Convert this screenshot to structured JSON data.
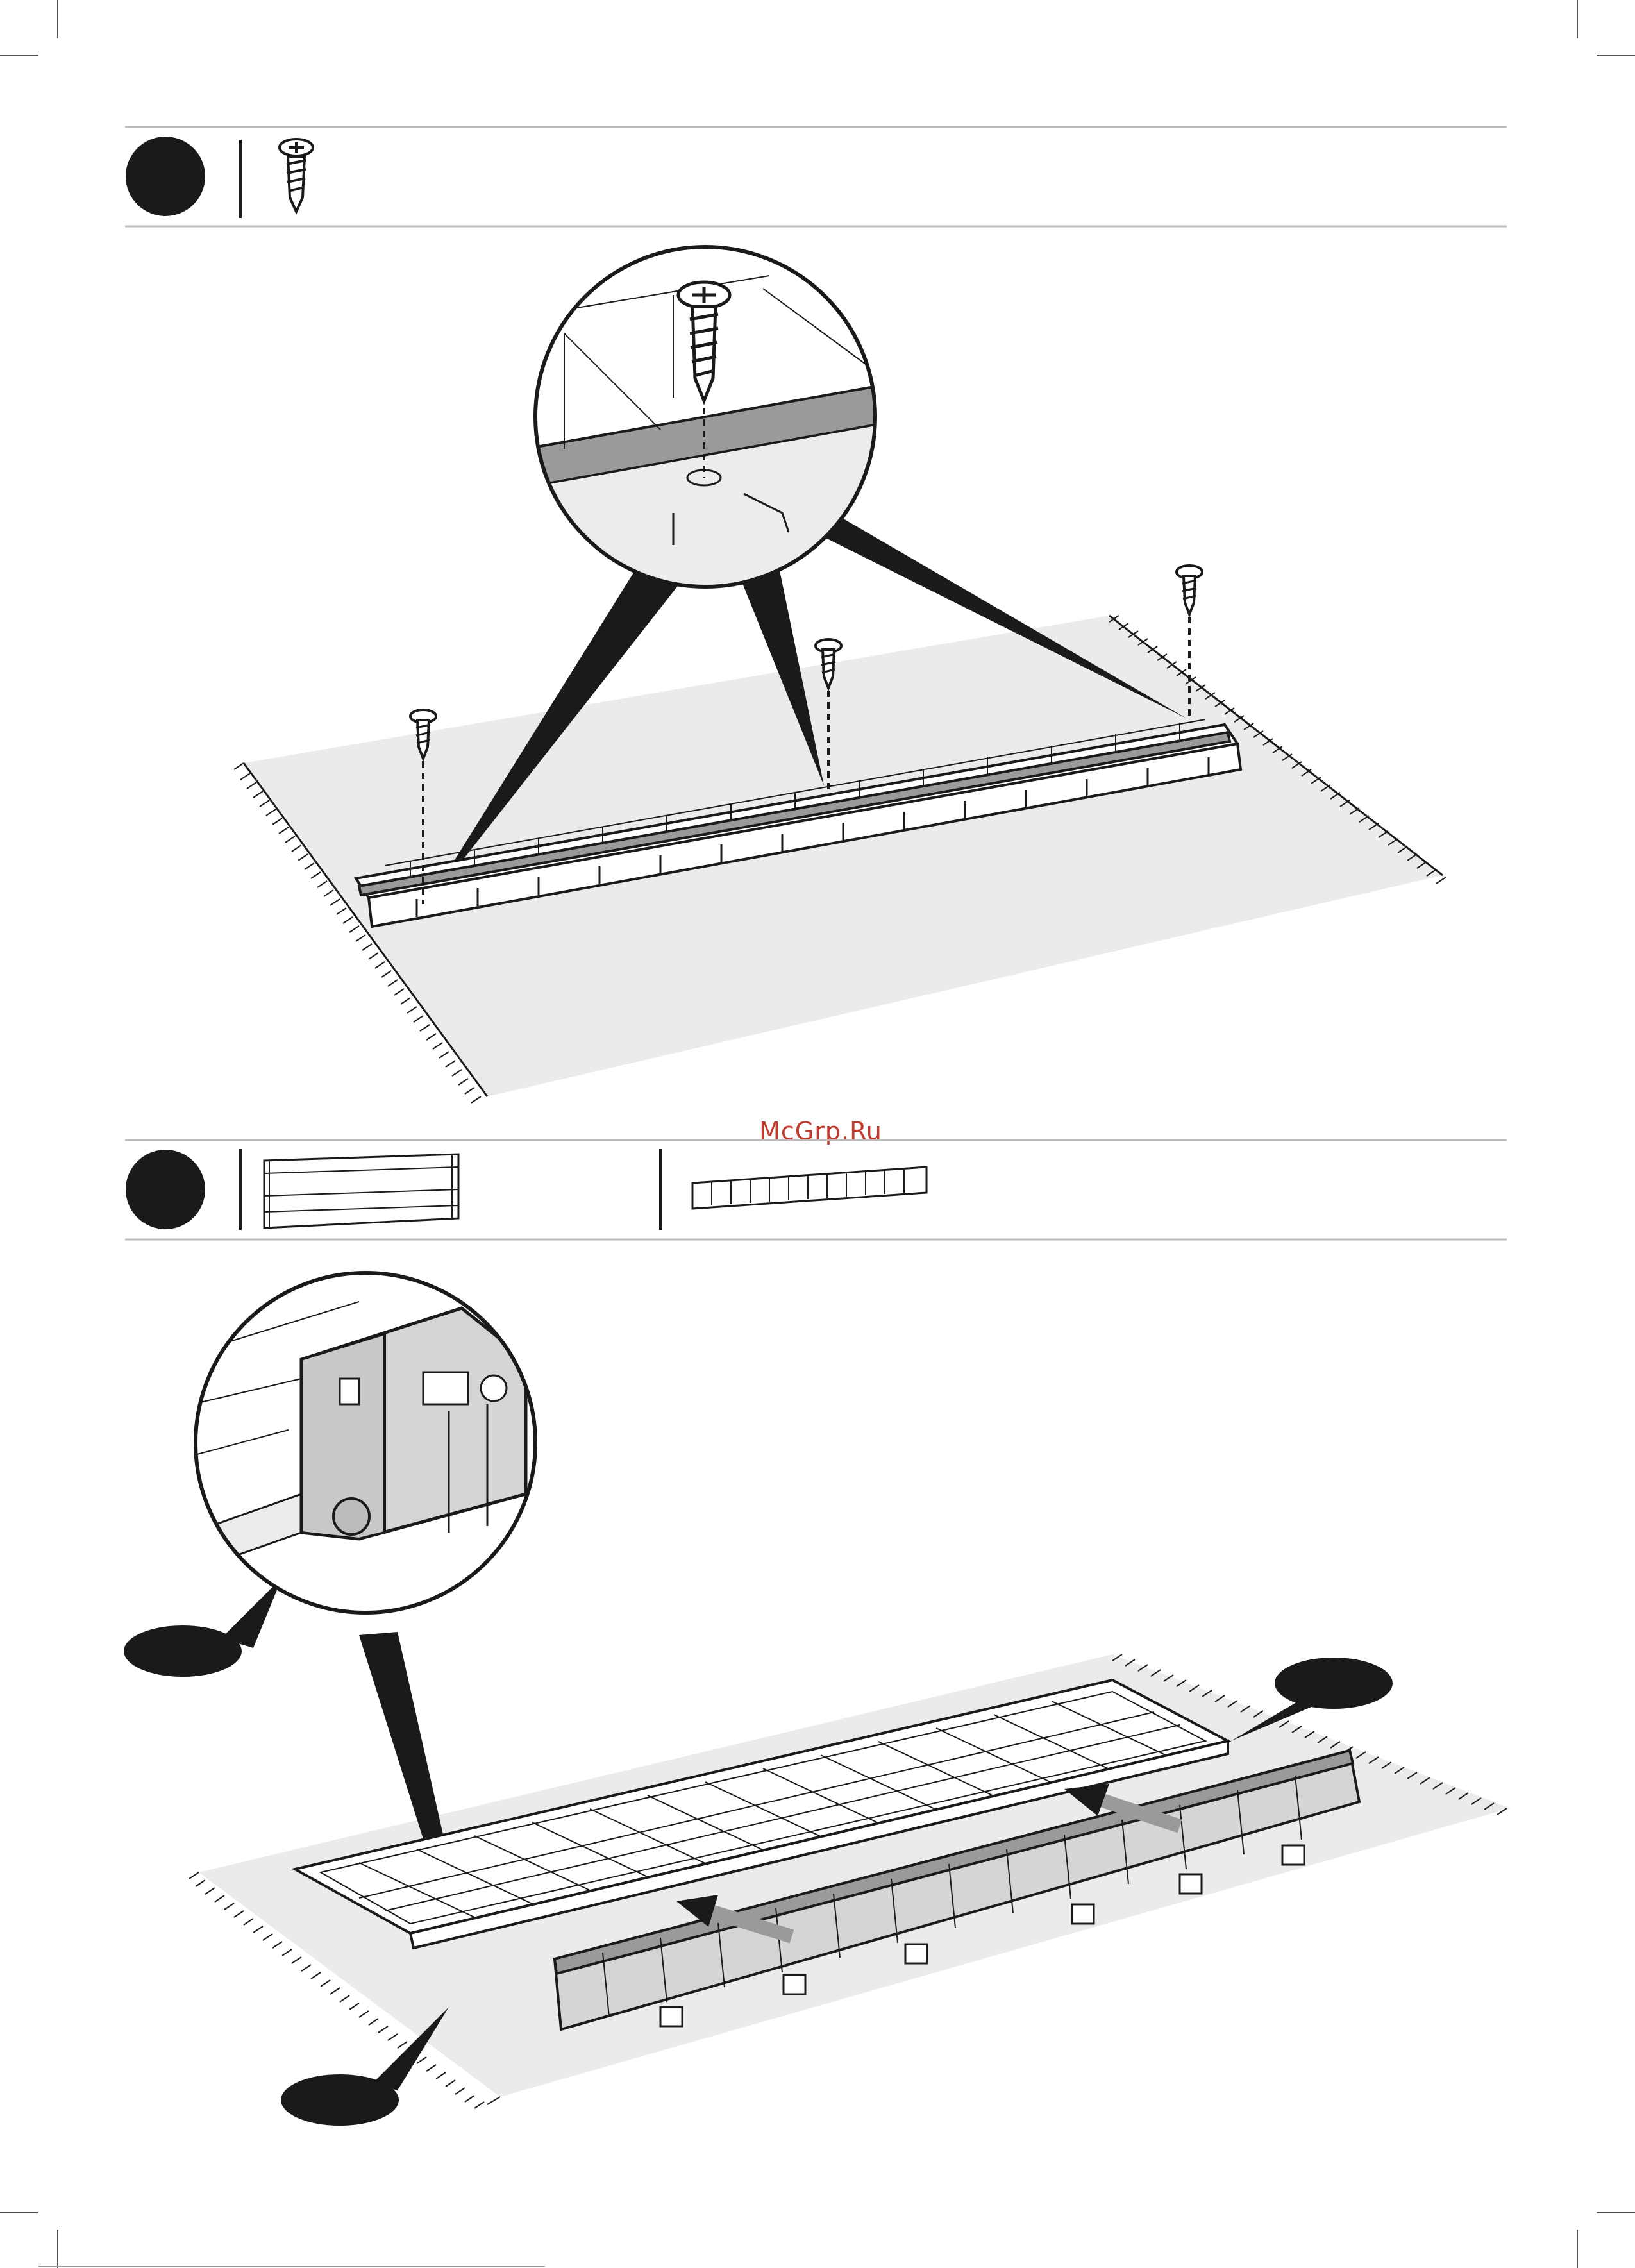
{
  "watermark": {
    "text": "McGrp.Ru",
    "color": "#c0392b"
  },
  "colors": {
    "ink": "#1a1a1a",
    "floor": "#ebebeb",
    "part": "#ffffff",
    "shade": "#9a9a9a",
    "dark_part": "#d5d5d5"
  },
  "steps": [
    {
      "id": "screw-step",
      "step_badge_icon": "filled-circle-icon",
      "parts": [
        {
          "icon": "screw-icon"
        }
      ]
    },
    {
      "id": "panel-step",
      "step_badge_icon": "filled-circle-icon",
      "parts": [
        {
          "icon": "side-panel-icon"
        },
        {
          "icon": "base-frame-icon"
        }
      ]
    }
  ]
}
